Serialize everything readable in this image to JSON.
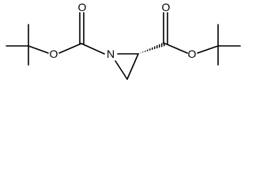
{
  "molecule": {
    "atom_labels": {
      "carbonyl_oxygen_left": "O",
      "ester_oxygen_left": "O",
      "ring_nitrogen": "N",
      "carbonyl_oxygen_right": "O",
      "ester_oxygen_right": "O"
    }
  }
}
